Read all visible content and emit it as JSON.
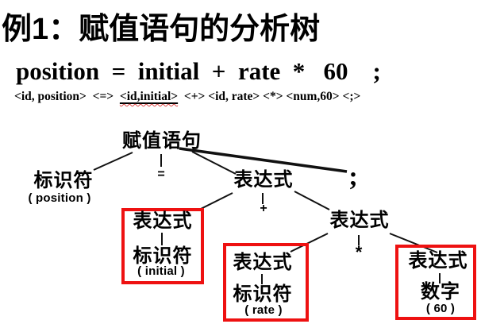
{
  "slide": {
    "title": "例1：赋值语句的分析树",
    "code_line": "position  =  initial  +  rate  *   60    ;",
    "token_line": {
      "before": "<id, position>  <=>  ",
      "underlined": "<id,initial>",
      "after": "  <+> <id, rate> <*> <num,60> <;>"
    }
  },
  "colors": {
    "text": "#000000",
    "background": "#ffffff",
    "box_red": "#ee1111",
    "wave_red": "#dd4444"
  },
  "tree": {
    "description": "parse tree of assignment statement",
    "structure": {
      "label": "赋值语句",
      "children": [
        {
          "label": "标识符",
          "value": "( position )"
        },
        {
          "label": "="
        },
        {
          "label": "表达式",
          "children": [
            {
              "label": "表达式",
              "boxed": true,
              "children": [
                {
                  "label": "标识符",
                  "value": "( initial )"
                }
              ]
            },
            {
              "label": "+"
            },
            {
              "label": "表达式",
              "children": [
                {
                  "label": "表达式",
                  "boxed": true,
                  "children": [
                    {
                      "label": "标识符",
                      "value": "( rate )"
                    }
                  ]
                },
                {
                  "label": "*"
                },
                {
                  "label": "表达式",
                  "boxed": true,
                  "children": [
                    {
                      "label": "数字",
                      "value": "( 60 )"
                    }
                  ]
                }
              ]
            }
          ]
        },
        {
          "label": ";"
        }
      ]
    }
  }
}
